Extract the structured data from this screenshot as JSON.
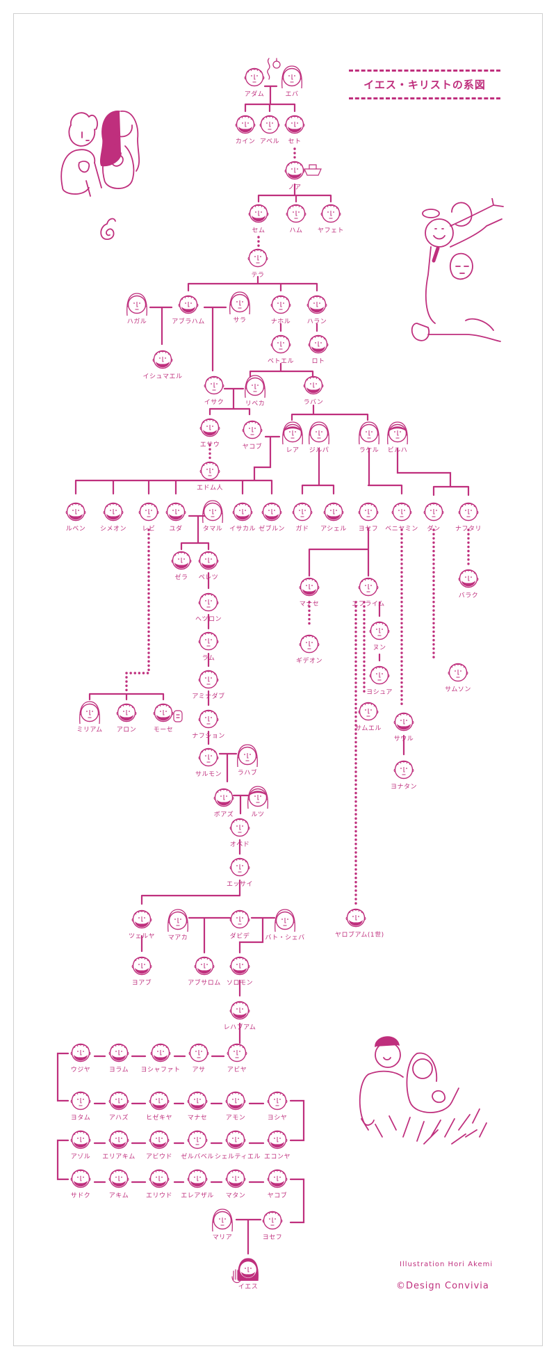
{
  "title": "イエス・キリストの系図",
  "colors": {
    "accent": "#bf2f7d",
    "frame": "#cfcfcf"
  },
  "people": [
    "アダム",
    "エバ",
    "カイン",
    "アベル",
    "セト",
    "ノア",
    "セム",
    "ハム",
    "ヤフェト",
    "テラ",
    "ハガル",
    "アブラハム",
    "サラ",
    "ナホル",
    "ハラン",
    "イシュマエル",
    "ベトエル",
    "ロト",
    "イサク",
    "リベカ",
    "ラバン",
    "エサウ",
    "ヤコブ",
    "レア",
    "ジルパ",
    "ラケル",
    "ビルハ",
    "エドム人",
    "ルベン",
    "シメオン",
    "レビ",
    "ユダ",
    "タマル",
    "イサカル",
    "ゼブルン",
    "ガド",
    "アシェル",
    "ヨセフ",
    "ベニヤミン",
    "ダン",
    "ナフタリ",
    "ゼラ",
    "ペレツ",
    "ヘツロン",
    "ラム",
    "アミナダブ",
    "ナフション",
    "サルモン",
    "ラハブ",
    "ボアズ",
    "ルツ",
    "オベド",
    "エッサイ",
    "ミリアム",
    "アロン",
    "モーセ",
    "マナセ",
    "エフライム",
    "ギデオン",
    "ヌン",
    "ヨシュア",
    "サムエル",
    "サウル",
    "ヨナタン",
    "サムソン",
    "バラク",
    "ヤロブアム(1世)",
    "ツェルヤ",
    "ヨアブ",
    "マアカ",
    "ダビデ",
    "バト・シェバ",
    "アブサロム",
    "ソロモン",
    "レハブアム",
    "ウジヤ",
    "ヨラム",
    "ヨシャファト",
    "アサ",
    "アビヤ",
    "ヨタム",
    "アハズ",
    "ヒゼキヤ",
    "マナセ",
    "アモン",
    "ヨシヤ",
    "アゾル",
    "エリアキム",
    "アビウド",
    "ゼルバベル",
    "シェルティエル",
    "エコンヤ",
    "サドク",
    "アキム",
    "エリウド",
    "エレアザル",
    "マタン",
    "ヤコブ",
    "マリア",
    "ヨセフ",
    "イエス"
  ],
  "credits": {
    "illustration": "Illustration   Hori Akemi",
    "copyright": "©Design Convivia"
  }
}
